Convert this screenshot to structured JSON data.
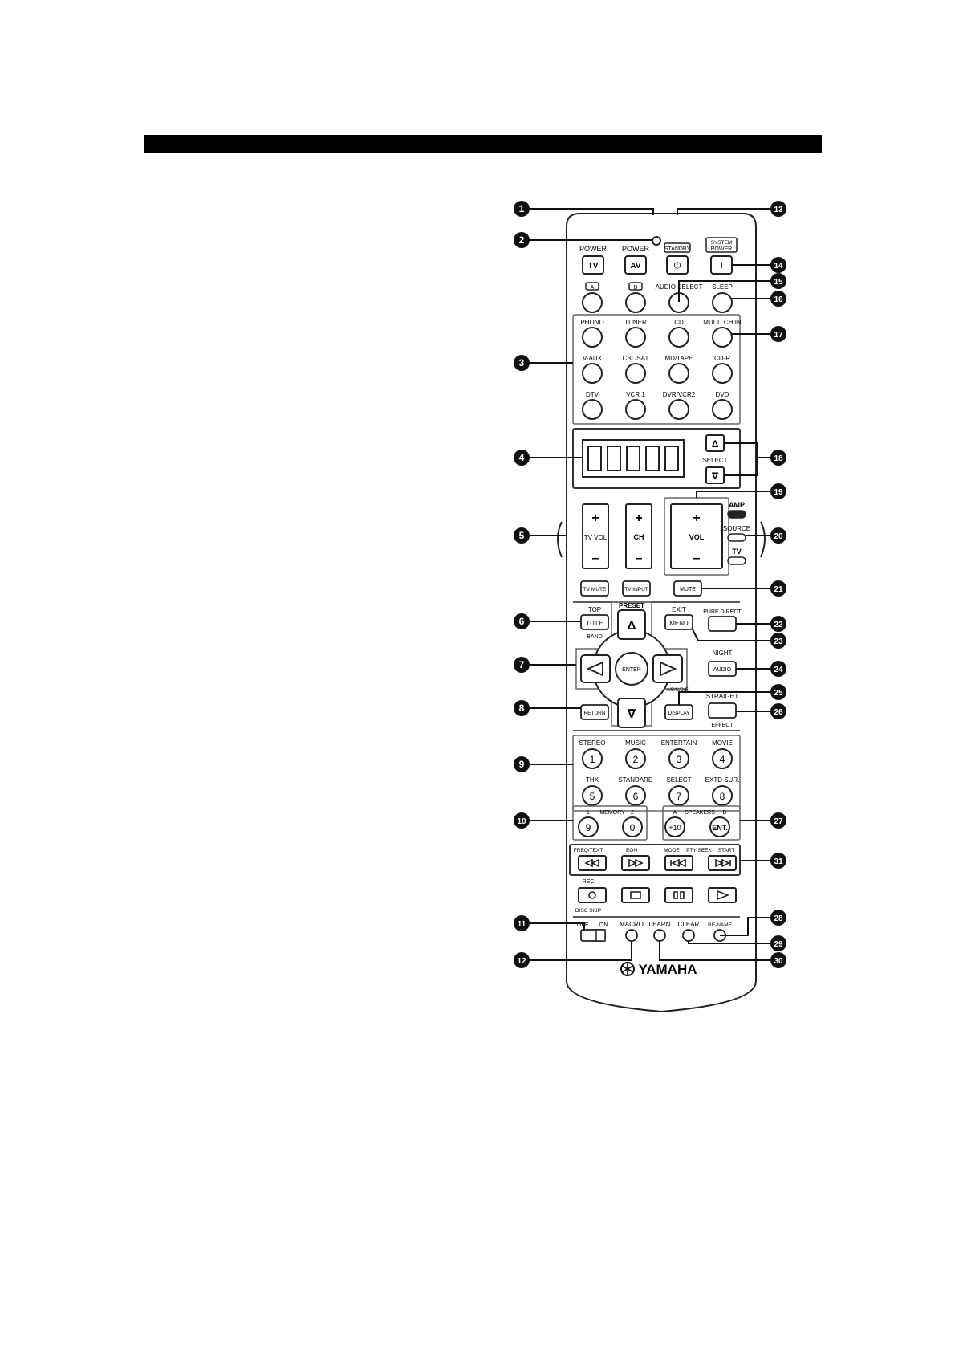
{
  "remote": {
    "top_buttons": [
      {
        "label": "POWER",
        "key": "TV"
      },
      {
        "label": "POWER",
        "key": "AV"
      },
      {
        "label": "STANDBY",
        "key": "⏻"
      },
      {
        "label": "SYSTEM POWER",
        "key": "I"
      }
    ],
    "row2": [
      {
        "label": "A",
        "boxed": true
      },
      {
        "label": "B",
        "boxed": true
      },
      {
        "label": "AUDIO SELECT",
        "boxed": false
      },
      {
        "label": "SLEEP",
        "boxed": false
      }
    ],
    "inputs": [
      "PHONO",
      "TUNER",
      "CD",
      "MULTI CH IN",
      "V-AUX",
      "CBL/SAT",
      "MD/TAPE",
      "CD-R",
      "DTV",
      "VCR 1",
      "DVR/VCR2",
      "DVD"
    ],
    "select_label": "SELECT",
    "select_up": "Δ",
    "select_down": "∇",
    "tv_vol_label": "TV VOL",
    "ch_label": "CH",
    "vol_label": "VOL",
    "plus": "+",
    "minus": "–",
    "modes": [
      "AMP",
      "SOURCE",
      "TV"
    ],
    "row_mute": [
      "TV MUTE",
      "TV INPUT",
      "MUTE"
    ],
    "top_label": "TOP",
    "title_label": "TITLE",
    "band_label": "BAND",
    "preset_label": "PRESET",
    "exit_label": "EXIT",
    "menu_label": "MENU",
    "pure_direct_label": "PURE DIRECT",
    "enter_label": "ENTER",
    "night_label": "NIGHT",
    "audio_label": "AUDIO",
    "abcde_label": "A/B/C/D/E",
    "return_label": "RETURN",
    "display_label": "DISPLAY",
    "straight_label": "STRAIGHT",
    "effect_label": "EFFECT",
    "dsp_labels": [
      "STEREO",
      "MUSIC",
      "ENTERTAIN",
      "MOVIE",
      "THX",
      "STANDARD",
      "SELECT",
      "EXTD SUR."
    ],
    "dsp_numbers": [
      "1",
      "2",
      "3",
      "4",
      "5",
      "6",
      "7",
      "8"
    ],
    "memory_nums": [
      "1",
      "2"
    ],
    "memory_label": "MEMORY",
    "mem_keys": [
      "9",
      "0"
    ],
    "speakers": [
      "A",
      "SPEAKERS",
      "B"
    ],
    "spk_keys": [
      "+10",
      "ENT."
    ],
    "transport_labels": [
      "FREQ/TEXT",
      "EON",
      "MODE",
      "PTY SEEK",
      "START"
    ],
    "rec_label": "REC",
    "disc_skip_label": "DISC SKIP",
    "off_label": "OFF",
    "on_label": "ON",
    "macro_label": "MACRO",
    "learn_label": "LEARN",
    "clear_label": "CLEAR",
    "rename_label": "RE-NAME",
    "brand": "YAMAHA"
  },
  "callouts": [
    "1",
    "2",
    "3",
    "4",
    "5",
    "6",
    "7",
    "8",
    "9",
    "10",
    "11",
    "12",
    "13",
    "14",
    "15",
    "16",
    "17",
    "18",
    "19",
    "20",
    "21",
    "22",
    "23",
    "24",
    "25",
    "26",
    "27",
    "28",
    "29",
    "30",
    "31"
  ]
}
